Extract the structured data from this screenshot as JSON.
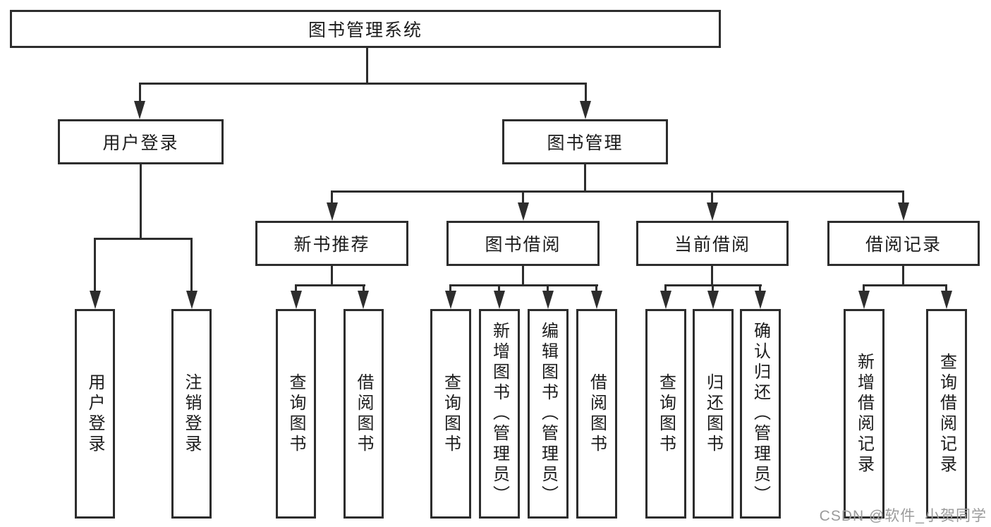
{
  "diagram_type": "hierarchy-diagram",
  "nodes": {
    "root": "图书管理系统",
    "level2": [
      "用户登录",
      "图书管理"
    ],
    "level3": [
      "新书推荐",
      "图书借阅",
      "当前借阅",
      "借阅记录"
    ],
    "leaves": [
      "用户登录",
      "注销登录",
      "查询图书",
      "借阅图书",
      "查询图书",
      "新增图书（管理员）",
      "编辑图书（管理员）",
      "借阅图书",
      "查询图书",
      "归还图书",
      "确认归还（管理员）",
      "新增借阅记录",
      "查询借阅记录"
    ]
  },
  "tree": {
    "图书管理系统": {
      "用户登录": [
        "用户登录",
        "注销登录"
      ],
      "图书管理": {
        "新书推荐": [
          "查询图书",
          "借阅图书"
        ],
        "图书借阅": [
          "查询图书",
          "新增图书（管理员）",
          "编辑图书（管理员）",
          "借阅图书"
        ],
        "当前借阅": [
          "查询图书",
          "归还图书",
          "确认归还（管理员）"
        ],
        "借阅记录": [
          "新增借阅记录",
          "查询借阅记录"
        ]
      }
    }
  },
  "watermark": "CSDN @软件_小贺同学",
  "colors": {
    "line": "#2d2d2d",
    "box_border": "#2d2d2d",
    "box_fill": "#ffffff",
    "text": "#1c1c1c",
    "watermark": "#9b9b9b",
    "background": "#ffffff"
  }
}
